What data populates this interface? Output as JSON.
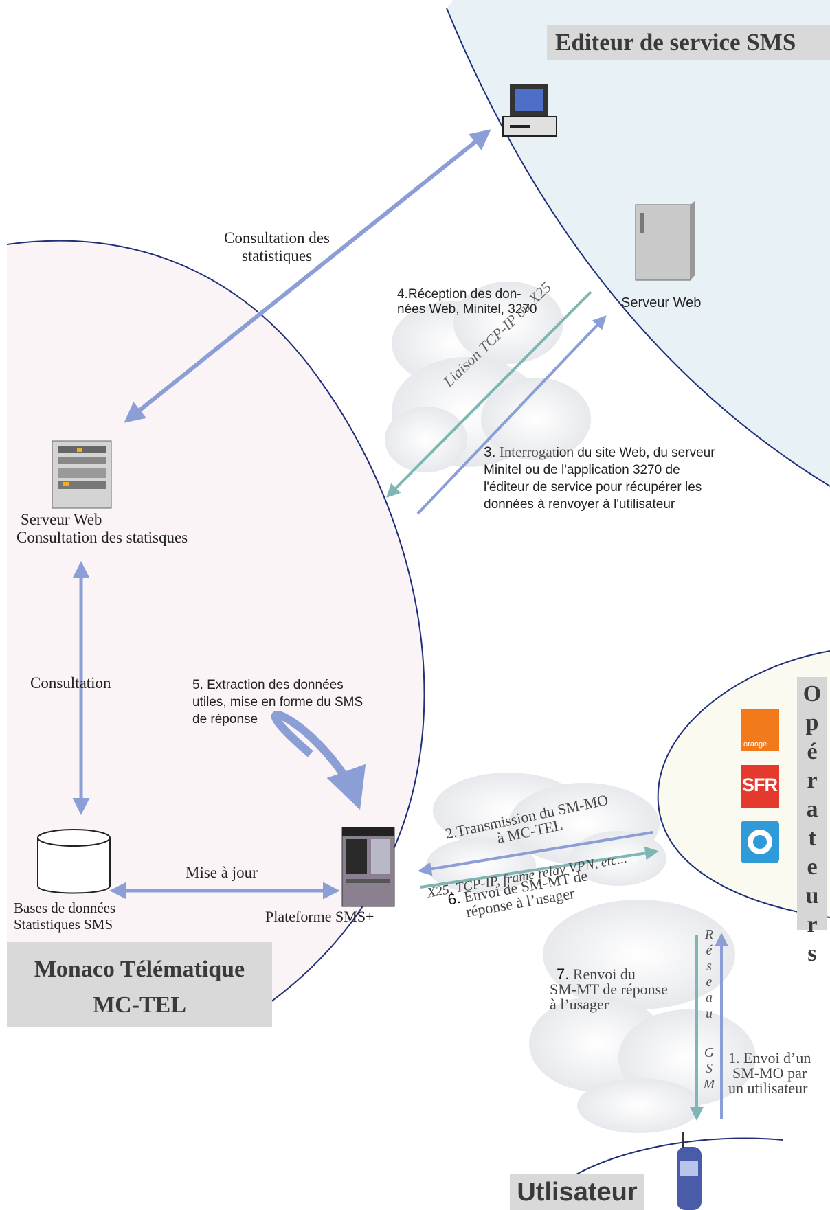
{
  "regions": {
    "editeur": "Editeur de service SMS",
    "monaco_line1": "Monaco Télématique",
    "monaco_line2": "MC-TEL",
    "operateurs": "O\np\né\nr\na\nt\ne\nu\nr\ns",
    "utilisateur": "Utlisateur"
  },
  "labels": {
    "consult_stats_1": "Consultation des",
    "consult_stats_2": "statistiques",
    "serveur_web_editeur": "Serveur Web",
    "step4_1": "4.Réception des don-",
    "step4_2": "nées Web, Minitel, 3270",
    "liaison": "Liaison TCP-IP ou X25",
    "step3_num": "3.",
    "step3_1a": "Interrogat",
    "step3_1b": "ion du site Web, du serveur",
    "step3_2": "Minitel ou de l'application 3270 de",
    "step3_3": "l'éditeur de service pour récupérer les",
    "step3_4": "données à renvoyer à l'utilisateur",
    "serveur_web_mctel_1": "Serveur Web",
    "serveur_web_mctel_2": "Consultation des statisques",
    "consultation": "Consultation",
    "step5_1": "5. Extraction des données",
    "step5_2": "utiles, mise en forme du SMS",
    "step5_3": "de réponse",
    "mise_a_jour": "Mise à jour",
    "bases_1": "Bases de données",
    "bases_2": "Statistiques SMS",
    "plateforme": "Plateforme SMS+",
    "step2_1": "2.Transmission du SM-MO",
    "step2_2": "à MC-TEL",
    "x25": "X25, TCP-IP, frame relay VPN, etc...",
    "step6_num": "6.",
    "step6_1": "Envoi de SM-MT de",
    "step6_2": "réponse à l’usager",
    "step7_num": "7.",
    "step7_1": "Renvoi du",
    "step7_2": "SM-MT de réponse",
    "step7_3": "à l’usager",
    "reseau": "R\né\ns\ne\na\nu",
    "gsm": "G\nS\nM",
    "step1_1": "1. Envoi d’un",
    "step1_2": "SM-MO par",
    "step1_3": "un utilisateur"
  },
  "logos": {
    "orange": "orange",
    "sfr": "SFR"
  },
  "colors": {
    "arrow": "#8b9fd6",
    "arrow_teal": "#7fb6b4",
    "region_line": "#1f2f78",
    "editeur_fill": "#e8f2f6",
    "monaco_fill": "#faf4f6",
    "operateurs_fill": "#fbfaf0",
    "orange": "#f27a1a",
    "sfr": "#e5392e",
    "bouygues": "#2e9ad8"
  }
}
